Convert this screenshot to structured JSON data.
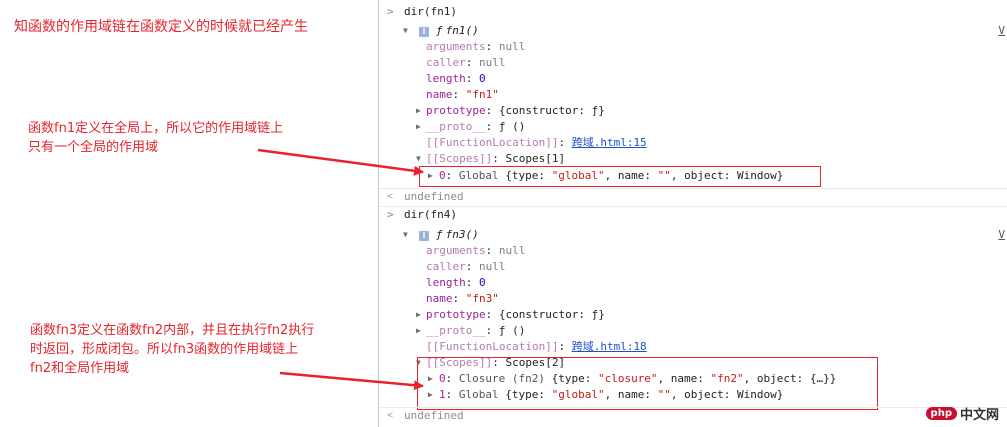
{
  "annotations": {
    "main": "知函数的作用域链在函数定义的时候就已经产生",
    "note1_line1": "函数fn1定义在全局上，所以它的作用域链上",
    "note1_line2": "只有一个全局的作用域",
    "note2_line1": "函数fn3定义在函数fn2内部，并且在执行fn2执行",
    "note2_line2": "时返回，形成闭包。所以fn3函数的作用域链上",
    "note2_line3": "fn2和全局作用域"
  },
  "console": {
    "prompt": ">",
    "result_arrow": "<",
    "block1": {
      "command": "dir(fn1)",
      "fn_name": "fn1()",
      "fn_glyph": "ƒ",
      "source_ref": "V",
      "props": {
        "arguments_key": "arguments",
        "arguments_val": "null",
        "caller_key": "caller",
        "caller_val": "null",
        "length_key": "length",
        "length_val": "0",
        "name_key": "name",
        "name_val": "\"fn1\"",
        "prototype_key": "prototype",
        "prototype_val": "{constructor: ƒ}",
        "proto_key": "__proto__",
        "proto_val": "ƒ ()",
        "location_key": "[[FunctionLocation]]",
        "location_val": "跨域.html:15",
        "scopes_key": "[[Scopes]]",
        "scopes_val": "Scopes[1]"
      },
      "scope0": {
        "index": "0",
        "label": "Global",
        "detail_pre": "{type: ",
        "type_val": "\"global\"",
        "mid": ", name: ",
        "name_val": "\"\"",
        "tail": ", object: Window}"
      },
      "result": "undefined"
    },
    "block2": {
      "command": "dir(fn4)",
      "fn_name": "fn3()",
      "fn_glyph": "ƒ",
      "source_ref": "V",
      "props": {
        "arguments_key": "arguments",
        "arguments_val": "null",
        "caller_key": "caller",
        "caller_val": "null",
        "length_key": "length",
        "length_val": "0",
        "name_key": "name",
        "name_val": "\"fn3\"",
        "prototype_key": "prototype",
        "prototype_val": "{constructor: ƒ}",
        "proto_key": "__proto__",
        "proto_val": "ƒ ()",
        "location_key": "[[FunctionLocation]]",
        "location_val": "跨域.html:18",
        "scopes_key": "[[Scopes]]",
        "scopes_val": "Scopes[2]"
      },
      "scope0": {
        "index": "0",
        "label": "Closure (fn2)",
        "detail_pre": "{type: ",
        "type_val": "\"closure\"",
        "mid": ", name: ",
        "name_val": "\"fn2\"",
        "tail": ", object: {…}}"
      },
      "scope1": {
        "index": "1",
        "label": "Global",
        "detail_pre": "{type: ",
        "type_val": "\"global\"",
        "mid": ", name: ",
        "name_val": "\"\"",
        "tail": ", object: Window}"
      },
      "result": "undefined"
    }
  },
  "watermark": {
    "badge": "php",
    "text": "中文网"
  },
  "colors": {
    "annotation": "#e8232d",
    "key": "#a1219b",
    "string": "#c41a16",
    "number": "#1c00cf",
    "link": "#1f4fd1"
  }
}
